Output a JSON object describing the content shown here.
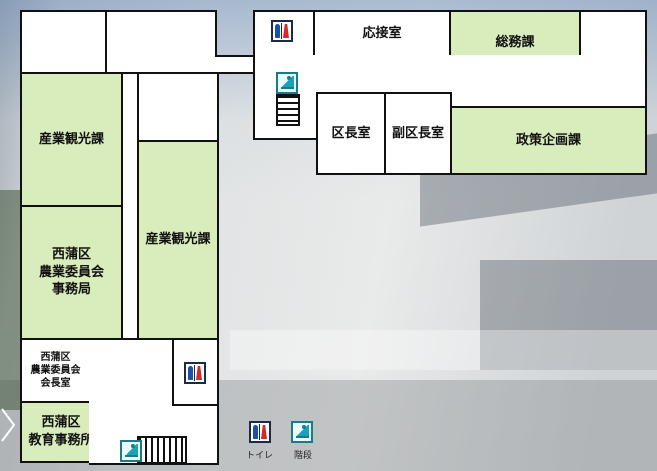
{
  "rooms": {
    "reception": "応接室",
    "general_affairs": "総務課",
    "ward_mayor": "区長室",
    "deputy_mayor": "副区長室",
    "policy_planning": "政策企画課",
    "industry_tourism_1": "産業観光課",
    "industry_tourism_2": "産業観光課",
    "agri_committee_office": "西蒲区\n農業委員会\n事務局",
    "agri_committee_chair": "西蒲区\n農業委員会\n会長室",
    "education_office": "西蒲区\n教育事務所"
  },
  "legend": {
    "toilet_label": "トイレ",
    "stairs_label": "階段"
  },
  "icons": {
    "toilet": "toilet-icon",
    "stairs": "stairs-icon"
  },
  "colors": {
    "department_fill": "#d9ecbc",
    "room_fill": "#ffffff",
    "wall": "#111111",
    "toilet_male": "#1d4fa8",
    "toilet_female": "#d42a2a",
    "stairs": "#1aa3b8"
  }
}
